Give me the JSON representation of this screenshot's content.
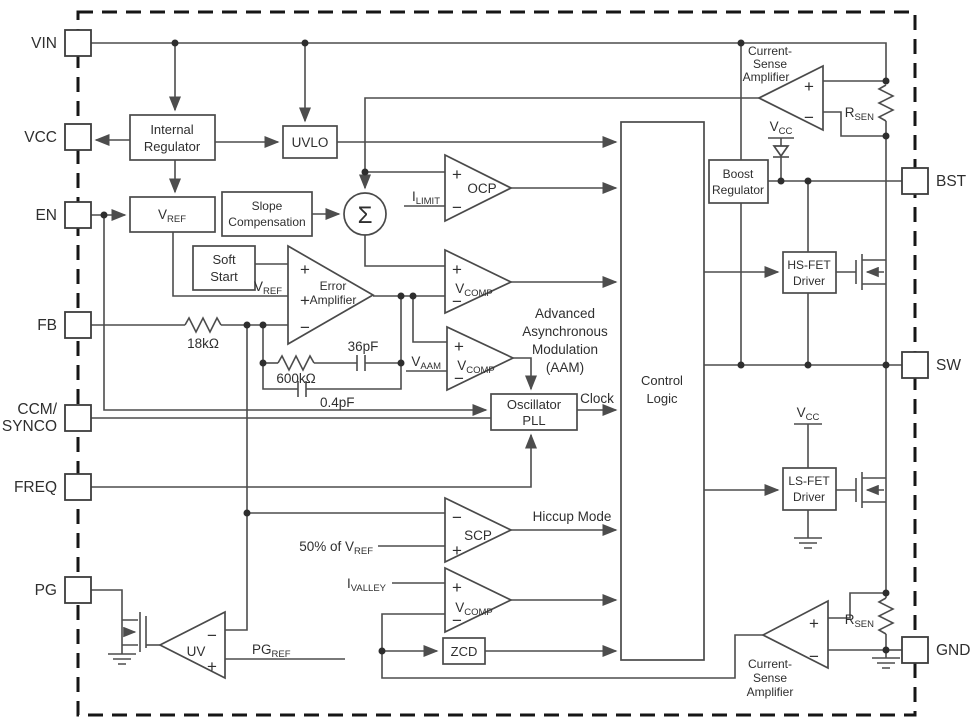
{
  "colors": {
    "wire": "#4d4d4d",
    "box_stroke": "#4a4a4a",
    "text": "#2f2f2f",
    "border": "#161616",
    "background": "#ffffff"
  },
  "pins": {
    "vin": "VIN",
    "vcc": "VCC",
    "en": "EN",
    "fb": "FB",
    "ccm_line1": "CCM/",
    "ccm_line2": "SYNCO",
    "freq": "FREQ",
    "pg": "PG",
    "bst": "BST",
    "sw": "SW",
    "gnd": "GND"
  },
  "blocks": {
    "internal_regulator": {
      "line1": "Internal",
      "line2": "Regulator"
    },
    "uvlo": "UVLO",
    "vref": {
      "main": "V",
      "sub": "REF"
    },
    "slope_compensation": {
      "line1": "Slope",
      "line2": "Compensation"
    },
    "soft_start": {
      "line1": "Soft",
      "line2": "Start"
    },
    "oscillator_pll": {
      "line1": "Oscillator",
      "line2": "PLL"
    },
    "control_logic": {
      "line1": "Control",
      "line2": "Logic"
    },
    "boost_regulator": {
      "line1": "Boost",
      "line2": "Regulator"
    },
    "hs_fet_driver": {
      "line1": "HS-FET",
      "line2": "Driver"
    },
    "ls_fet_driver": {
      "line1": "LS-FET",
      "line2": "Driver"
    },
    "zcd": "ZCD"
  },
  "amplifiers": {
    "error_amp": {
      "line1": "Error",
      "line2": "Amplifier"
    },
    "ocp": "OCP",
    "vcomp": {
      "main": "V",
      "sub": "COMP"
    },
    "scp": "SCP",
    "uv": "UV",
    "csa": {
      "line1": "Current-",
      "line2": "Sense",
      "line3": "Amplifier"
    }
  },
  "signals": {
    "ilimit": {
      "main": "I",
      "sub": "LIMIT"
    },
    "vaam": {
      "main": "V",
      "sub": "AAM"
    },
    "ivalley": {
      "main": "I",
      "sub": "VALLEY"
    },
    "vref_wire": {
      "main": "V",
      "sub": "REF"
    },
    "half_vref": {
      "main": "50% of V",
      "sub": "REF"
    },
    "pgref": {
      "main": "PG",
      "sub": "REF"
    },
    "rsen": {
      "main": "R",
      "sub": "SEN"
    },
    "vcc": {
      "main": "V",
      "sub": "CC"
    },
    "hiccup_mode": "Hiccup Mode",
    "clock": "Clock",
    "aam": {
      "line1": "Advanced",
      "line2": "Asynchronous",
      "line3": "Modulation",
      "line4": "(AAM)"
    }
  },
  "components": {
    "r_fb": "18kΩ",
    "r_comp": "600kΩ",
    "c_comp": "36pF",
    "c_hf": "0.4pF"
  },
  "symbols": {
    "sigma": "Σ",
    "plus": "+",
    "minus": "−"
  }
}
